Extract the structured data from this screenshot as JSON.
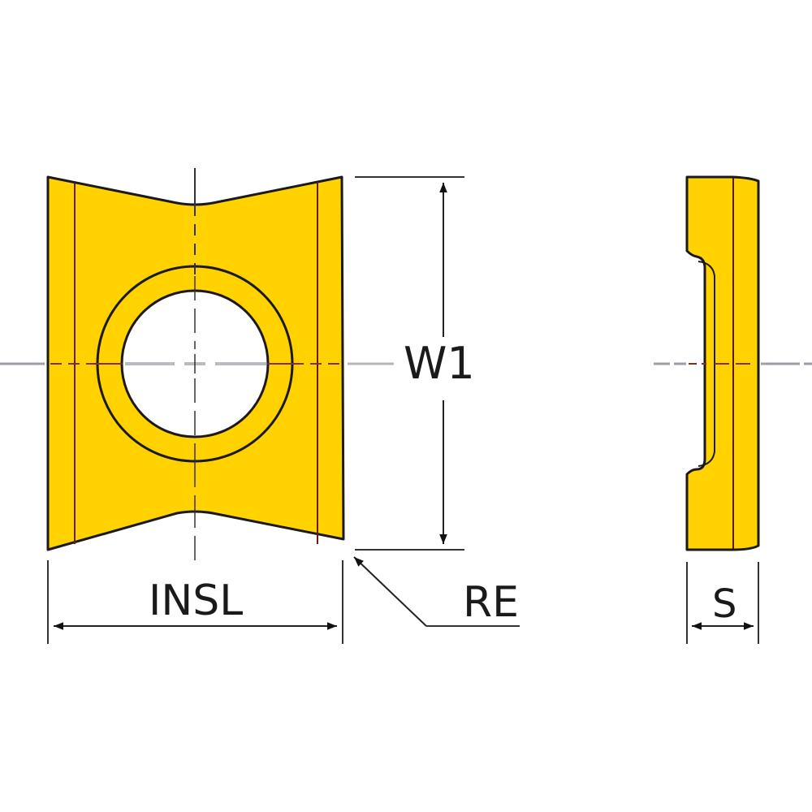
{
  "diagram": {
    "type": "technical-drawing",
    "subject": "cutting insert, front view and side view",
    "colors": {
      "insert_fill": "#FFD200",
      "outline": "#1a1a1a",
      "inner_edge": "#6b1a1a",
      "centerline": "#9aa0a8",
      "dimension": "#222222"
    },
    "dimensions": {
      "width": "W1",
      "length": "INSL",
      "corner_radius": "RE",
      "thickness": "S"
    }
  }
}
